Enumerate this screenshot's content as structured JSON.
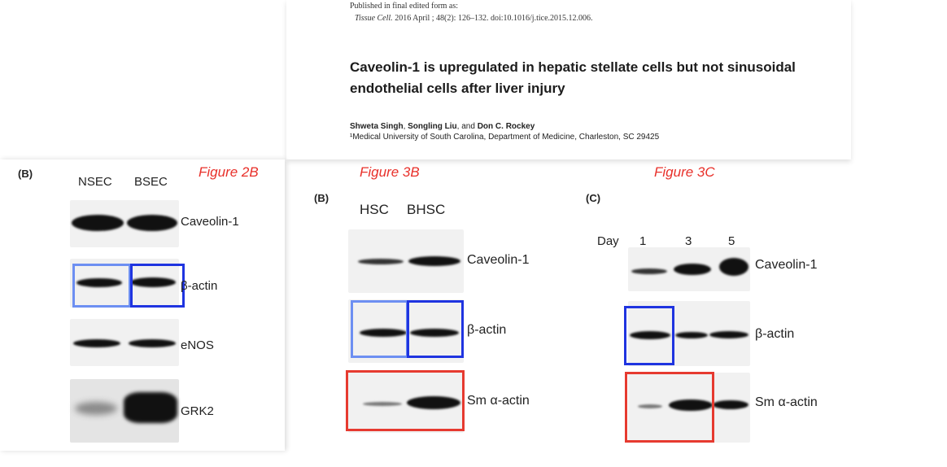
{
  "header": {
    "published_line1": "Published in final edited form as:",
    "journal": "Tissue Cell.",
    "citation": " 2016 April ; 48(2): 126–132. doi:10.1016/j.tice.2015.12.006.",
    "title": "Caveolin-1 is upregulated in hepatic stellate cells but not sinusoidal endothelial cells after liver injury",
    "authors": [
      {
        "name": "Shweta Singh",
        "sep": ", "
      },
      {
        "name": "Songling Liu",
        "sep": ", and "
      },
      {
        "name": "Don C. Rockey",
        "sep": ""
      }
    ],
    "affiliation": "¹Medical University of South Carolina, Department of Medicine, Charleston, SC 29425"
  },
  "figure_2b": {
    "figure_label": "Figure 2B",
    "panel_label": "(B)",
    "lanes": [
      "NSEC",
      "BSEC"
    ],
    "proteins": [
      "Caveolin-1",
      "β-actin",
      "eNOS",
      "GRK2"
    ]
  },
  "figure_3b": {
    "figure_label": "Figure 3B",
    "panel_label": "(B)",
    "lanes": [
      "HSC",
      "BHSC"
    ],
    "proteins": [
      "Caveolin-1",
      "β-actin",
      "Sm α-actin"
    ]
  },
  "figure_3c": {
    "figure_label": "Figure 3C",
    "panel_label": "(C)",
    "day_label": "Day",
    "lanes": [
      "1",
      "3",
      "5"
    ],
    "proteins": [
      "Caveolin-1",
      "β-actin",
      "Sm α-actin"
    ]
  },
  "colors": {
    "figure_label": "#e8302a",
    "box_light_blue": "#6d8ff2",
    "box_dark_blue": "#1f34e0",
    "box_red": "#e63a30"
  }
}
